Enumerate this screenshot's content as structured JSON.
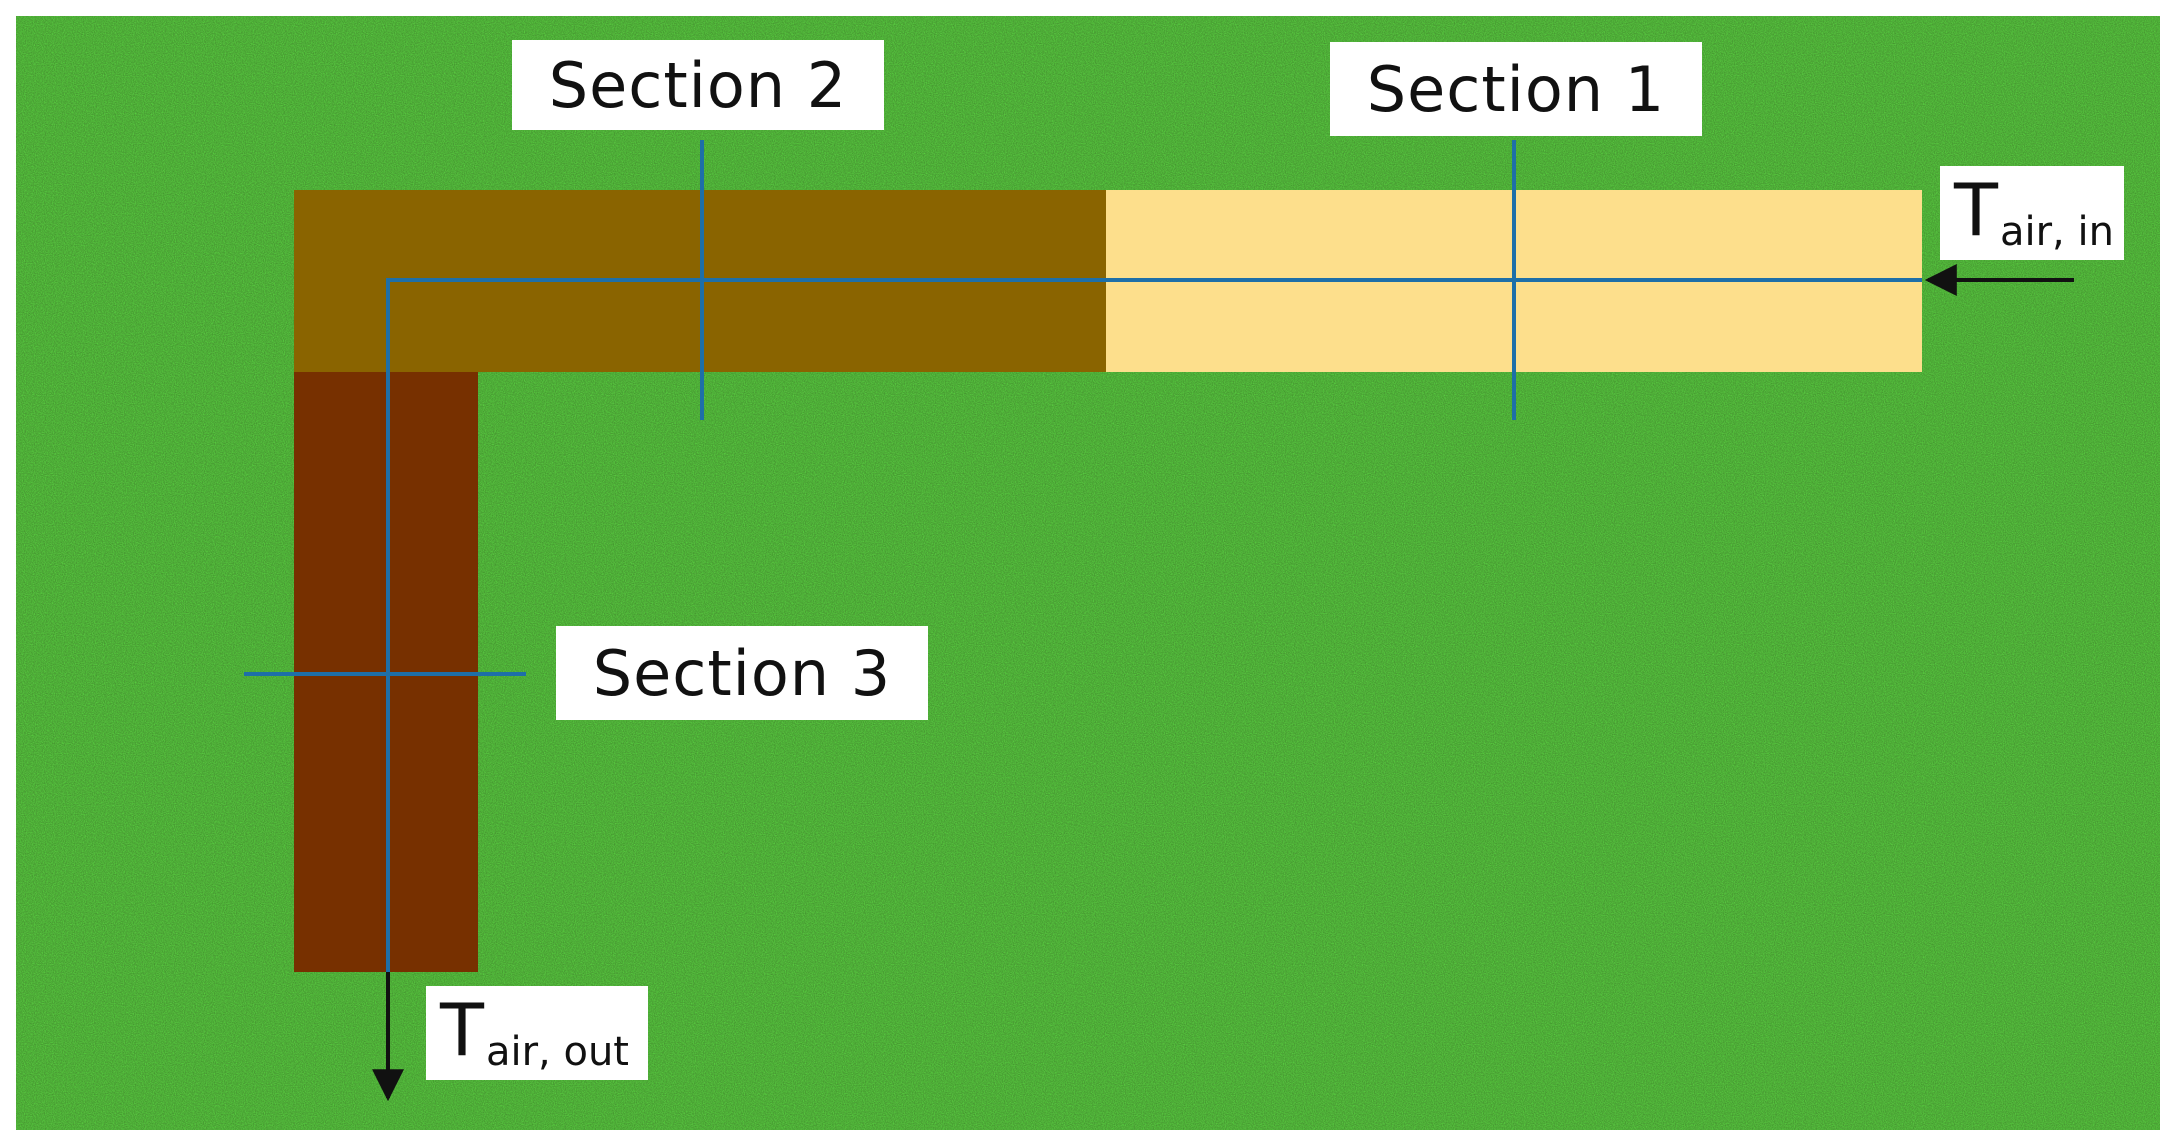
{
  "labels": {
    "section_1": "Section 1",
    "section_2": "Section 2",
    "section_3": "Section 3",
    "t_air_in": {
      "main": "T",
      "sub": "air, in"
    },
    "t_air_out": {
      "main": "T",
      "sub": "air, out"
    }
  },
  "colors": {
    "background_grass": "#3f8a2a",
    "segment_1": "#fddf8c",
    "segment_2": "#8a6400",
    "segment_3": "#773000",
    "flow_line": "#1e6fa8",
    "arrow": "#111111"
  }
}
